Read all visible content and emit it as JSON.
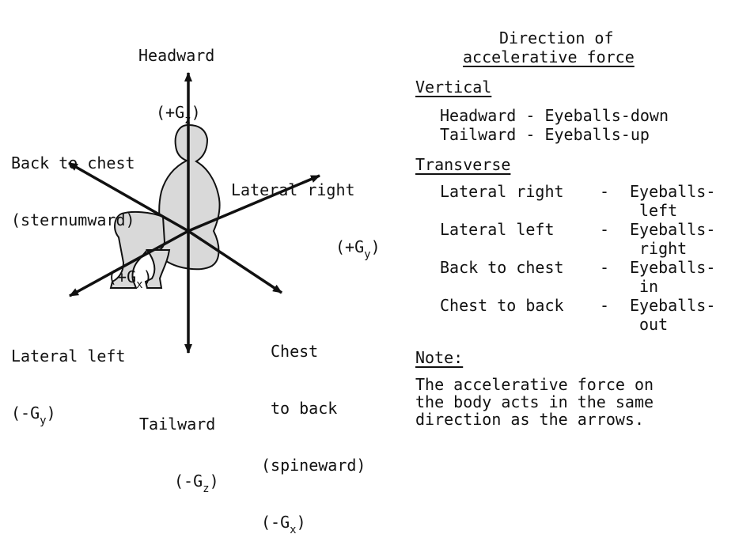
{
  "diagram": {
    "headward": {
      "name": "Headward",
      "sign": "(+G",
      "sub": "z",
      "close": ")"
    },
    "back_to_chest": {
      "line1": "Back to chest",
      "line2": "(sternumward)",
      "sign": "(+G",
      "sub": "x",
      "close": ")"
    },
    "lateral_right": {
      "name": "Lateral right",
      "sign": "(+G",
      "sub": "y",
      "close": ")"
    },
    "lateral_left": {
      "name": "Lateral left",
      "sign": "(-G",
      "sub": "y",
      "close": ")"
    },
    "chest_to_back": {
      "line1": "Chest",
      "line2": "to back",
      "line3": "(spineward)",
      "sign": "(-G",
      "sub": "x",
      "close": ")"
    },
    "tailward": {
      "name": "Tailward",
      "sign": "(-G",
      "sub": "z",
      "close": ")"
    }
  },
  "panel": {
    "title_line1": "Direction of",
    "title_line2": "accelerative force",
    "vertical_heading": "Vertical",
    "vertical_rows": [
      {
        "direction": "Headward",
        "sep": "-",
        "response": "Eyeballs-down"
      },
      {
        "direction": "Tailward",
        "sep": "-",
        "response": "Eyeballs-up"
      }
    ],
    "transverse_heading": "Transverse",
    "transverse_rows": [
      {
        "direction": "Lateral right",
        "sep": "-",
        "response_line1": "Eyeballs-",
        "response_line2": "left"
      },
      {
        "direction": "Lateral left",
        "sep": "-",
        "response_line1": "Eyeballs-",
        "response_line2": "right"
      },
      {
        "direction": "Back to chest",
        "sep": "-",
        "response_line1": "Eyeballs-",
        "response_line2": "in"
      },
      {
        "direction": "Chest to back",
        "sep": "-",
        "response_line1": "Eyeballs-",
        "response_line2": "out"
      }
    ],
    "note_heading": "Note:",
    "note_lines": [
      "The accelerative force on",
      "the body acts in the same",
      "direction as the arrows."
    ]
  },
  "colors": {
    "ink": "#111111",
    "figure_fill": "#d9d9d9"
  }
}
